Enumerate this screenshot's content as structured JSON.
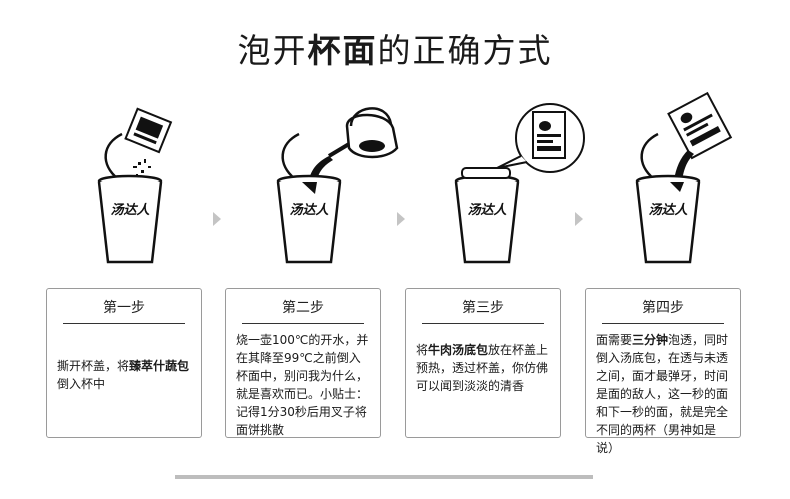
{
  "title": {
    "part1": "泡开",
    "bold": "杯面",
    "part2": "的正确方式"
  },
  "cup_brand": "汤达人",
  "steps": [
    {
      "heading": "第一步",
      "pre": "撕开杯盖，将",
      "bold": "臻萃什蔬包",
      "post": "倒入杯中"
    },
    {
      "heading": "第二步",
      "pre": "烧一壶100℃的开水，并在其降至99℃之前倒入杯面中，别问我为什么，就是喜欢而已。小贴士：记得1分30秒后用叉子将面饼挑散",
      "bold": "",
      "post": ""
    },
    {
      "heading": "第三步",
      "pre": "将",
      "bold": "牛肉汤底包",
      "post": "放在杯盖上预热，透过杯盖，你仿佛可以闻到淡淡的清香"
    },
    {
      "heading": "第四步",
      "pre": "面需要",
      "bold": "三分钟",
      "post": "泡透，同时倒入汤底包，在透与未透之间，面才最弹牙，时间是面的敌人，这一秒的面和下一秒的面，就是完全不同的两杯（男神如是说）"
    }
  ],
  "colors": {
    "ink": "#111111",
    "card_border": "#9a9a9a",
    "arrow": "#c4c4c4",
    "bar": "#bdbdbd"
  }
}
